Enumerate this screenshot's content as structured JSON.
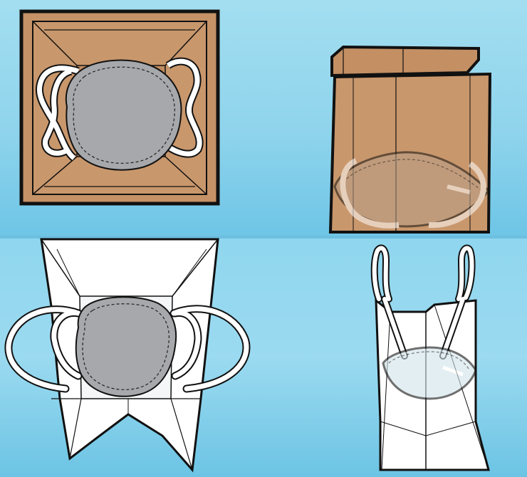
{
  "colors": {
    "background": "#8fd0ea",
    "paper_bag": "#c9966b",
    "paper_bag_dark": "#b58157",
    "mask": "#a9abae",
    "strap": "#ffffff",
    "white_bag": "#ffffff",
    "outline": "#111111"
  },
  "illustrations": [
    {
      "id": "brown-bag-open-top-view",
      "shows": "mask-in-brown-paper-bag-open-top-view"
    },
    {
      "id": "brown-bag-closed-side-view",
      "shows": "mask-in-brown-paper-bag-closed-side-view"
    },
    {
      "id": "white-bag-open-top-view",
      "shows": "mask-in-white-paper-bag-straps-outside"
    },
    {
      "id": "white-bag-side-view",
      "shows": "mask-in-white-paper-bag-straps-outside-side-view"
    }
  ]
}
